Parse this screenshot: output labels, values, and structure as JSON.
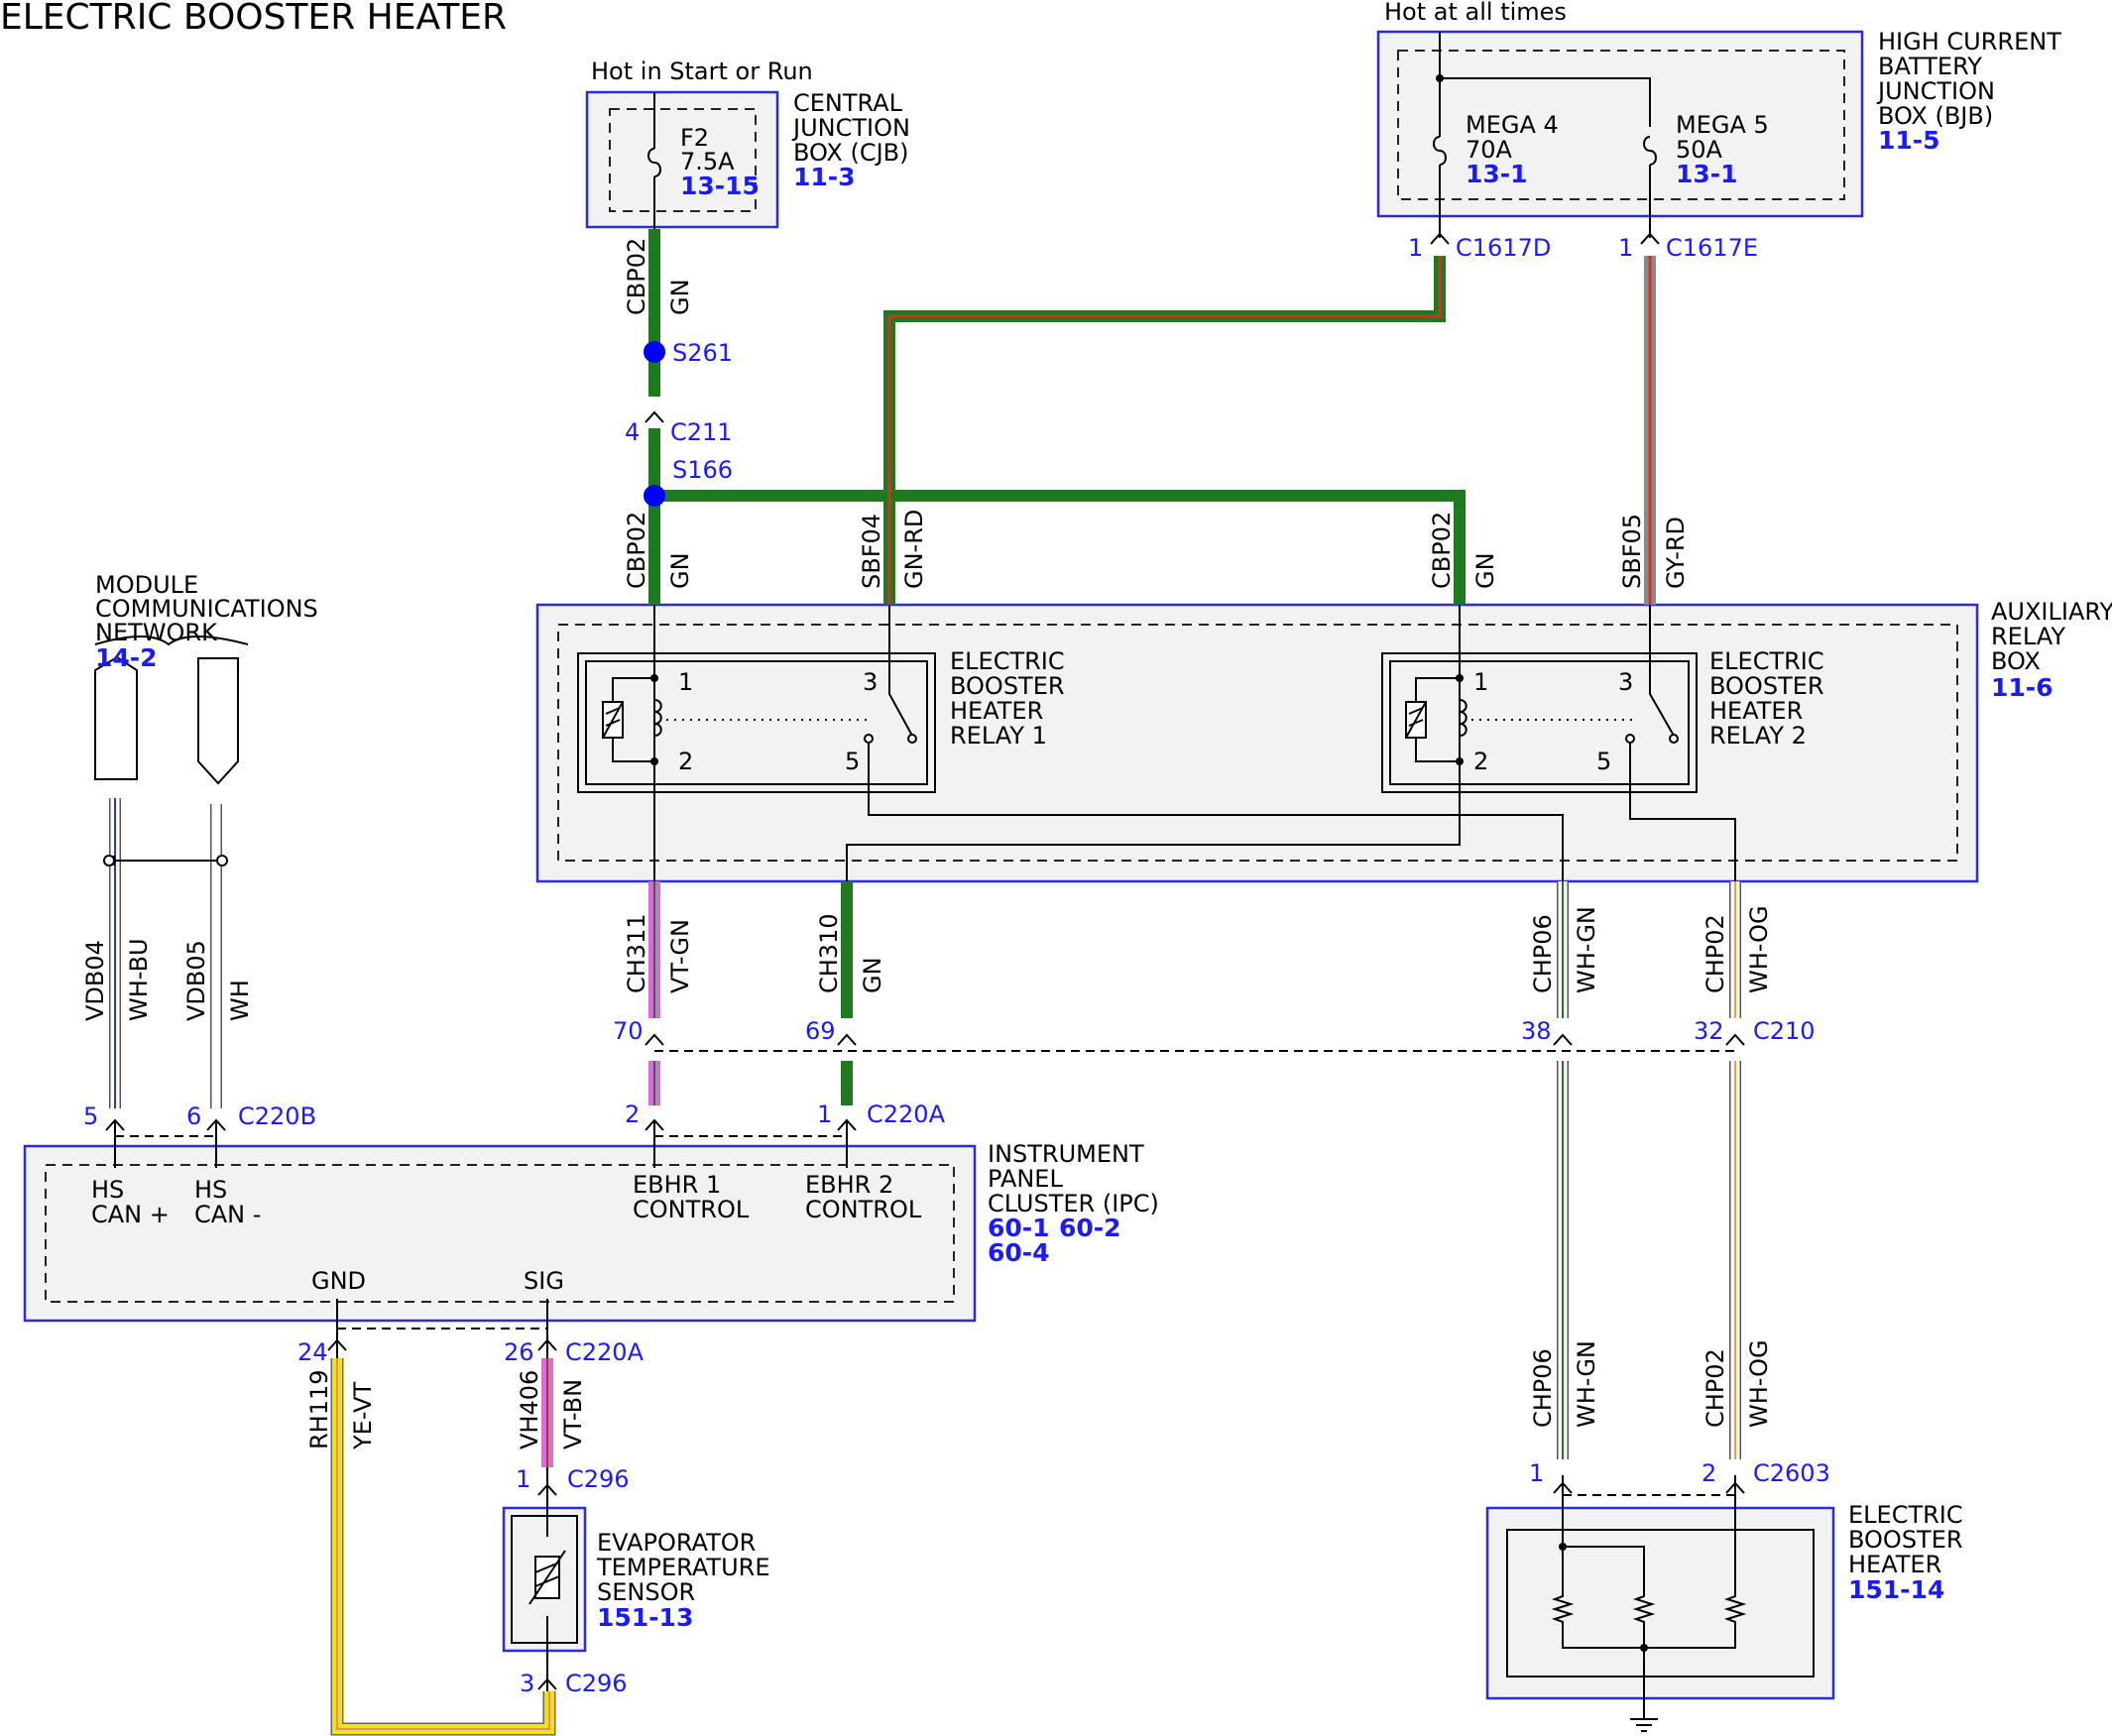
{
  "title": "ELECTRIC BOOSTER HEATER",
  "colors": {
    "GN": "#1f7a1f",
    "RD": "#c0392b",
    "GY": "#8a8a8a",
    "VT": "#d86bd8",
    "WH": "#ffffff",
    "BU": "#3333cc",
    "OG": "#f0a030",
    "YE": "#f2e600",
    "BN": "#8b4513",
    "outline": "#555555",
    "label_blue": "#1a1aff",
    "box_border": "#2b2bdb"
  },
  "power": {
    "cjb_hot": "Hot in Start or Run",
    "bjb_hot": "Hot at all times"
  },
  "cjb": {
    "name_lines": [
      "CENTRAL",
      "JUNCTION",
      "BOX (CJB)"
    ],
    "ref": "11-3",
    "fuse_name": "F2",
    "fuse_rating": "7.5A",
    "fuse_ref": "13-15"
  },
  "bjb": {
    "name_lines": [
      "HIGH CURRENT",
      "BATTERY",
      "JUNCTION",
      "BOX (BJB)"
    ],
    "ref": "11-5",
    "fuses": [
      {
        "name": "MEGA 4",
        "rating": "70A",
        "ref": "13-1"
      },
      {
        "name": "MEGA 5",
        "rating": "50A",
        "ref": "13-1"
      }
    ]
  },
  "connectors": {
    "c1617d": {
      "pin": "1",
      "name": "C1617D"
    },
    "c1617e": {
      "pin": "1",
      "name": "C1617E"
    },
    "c211": {
      "pin": "4",
      "name": "C211"
    },
    "c210": {
      "pins": [
        "70",
        "69",
        "38",
        "32"
      ],
      "name": "C210"
    },
    "c220a_top": {
      "pins": [
        "2",
        "1"
      ],
      "name": "C220A"
    },
    "c220b": {
      "pins": [
        "5",
        "6"
      ],
      "name": "C220B"
    },
    "c220a_bottom": {
      "pins": [
        "24",
        "26"
      ],
      "name": "C220A"
    },
    "c296_top": {
      "pin": "1",
      "name": "C296"
    },
    "c296_bottom": {
      "pin": "3",
      "name": "C296"
    },
    "c2603": {
      "pins": [
        "1",
        "2"
      ],
      "name": "C2603"
    }
  },
  "splices": {
    "s261": "S261",
    "s166": "S166"
  },
  "wires": {
    "cbp02_top": {
      "circuit": "CBP02",
      "color": "GN"
    },
    "cbp02_mid": {
      "circuit": "CBP02",
      "color": "GN"
    },
    "sbf04": {
      "circuit": "SBF04",
      "color": "GN-RD"
    },
    "cbp02_right": {
      "circuit": "CBP02",
      "color": "GN"
    },
    "sbf05": {
      "circuit": "SBF05",
      "color": "GY-RD"
    },
    "ch311": {
      "circuit": "CH311",
      "color": "VT-GN"
    },
    "ch310": {
      "circuit": "CH310",
      "color": "GN"
    },
    "chp06_top": {
      "circuit": "CHP06",
      "color": "WH-GN"
    },
    "chp02_top": {
      "circuit": "CHP02",
      "color": "WH-OG"
    },
    "chp06_bot": {
      "circuit": "CHP06",
      "color": "WH-GN"
    },
    "chp02_bot": {
      "circuit": "CHP02",
      "color": "WH-OG"
    },
    "vdb04": {
      "circuit": "VDB04",
      "color": "WH-BU"
    },
    "vdb05": {
      "circuit": "VDB05",
      "color": "WH"
    },
    "rh119": {
      "circuit": "RH119",
      "color": "YE-VT"
    },
    "vh406": {
      "circuit": "VH406",
      "color": "VT-BN"
    }
  },
  "aux_relay_box": {
    "name_lines": [
      "AUXILIARY",
      "RELAY",
      "BOX"
    ],
    "ref": "11-6",
    "relay1": {
      "name_lines": [
        "ELECTRIC",
        "BOOSTER",
        "HEATER",
        "RELAY 1"
      ],
      "pins": [
        "1",
        "2",
        "3",
        "5"
      ]
    },
    "relay2": {
      "name_lines": [
        "ELECTRIC",
        "BOOSTER",
        "HEATER",
        "RELAY 2"
      ],
      "pins": [
        "1",
        "2",
        "3",
        "5"
      ]
    }
  },
  "mcn": {
    "name_lines": [
      "MODULE",
      "COMMUNICATIONS",
      "NETWORK"
    ],
    "ref": "14-2"
  },
  "ipc": {
    "name_lines": [
      "INSTRUMENT",
      "PANEL",
      "CLUSTER (IPC)"
    ],
    "refs": [
      "60-1",
      "60-2",
      "60-4"
    ],
    "pins": {
      "hs_can_plus": [
        "HS",
        "CAN +"
      ],
      "hs_can_minus": [
        "HS",
        "CAN -"
      ],
      "ebhr1": [
        "EBHR 1",
        "CONTROL"
      ],
      "ebhr2": [
        "EBHR 2",
        "CONTROL"
      ],
      "gnd": "GND",
      "sig": "SIG"
    }
  },
  "evap_sensor": {
    "name_lines": [
      "EVAPORATOR",
      "TEMPERATURE",
      "SENSOR"
    ],
    "ref": "151-13"
  },
  "heater": {
    "name_lines": [
      "ELECTRIC",
      "BOOSTER",
      "HEATER"
    ],
    "ref": "151-14"
  }
}
